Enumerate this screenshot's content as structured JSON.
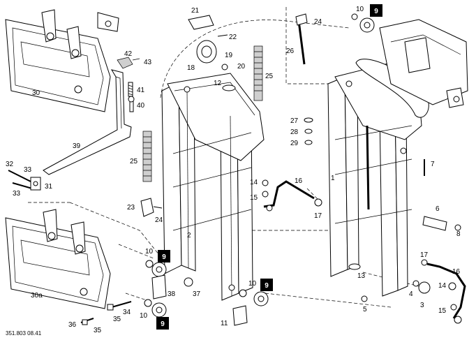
{
  "diagram": {
    "doc_number": "351.803 08.41",
    "callouts": [
      {
        "id": "1",
        "text": "1"
      },
      {
        "id": "2",
        "text": "2"
      },
      {
        "id": "3",
        "text": "3"
      },
      {
        "id": "4",
        "text": "4"
      },
      {
        "id": "5",
        "text": "5"
      },
      {
        "id": "6",
        "text": "6"
      },
      {
        "id": "7",
        "text": "7"
      },
      {
        "id": "8",
        "text": "8"
      },
      {
        "id": "10a",
        "text": "10"
      },
      {
        "id": "10b",
        "text": "10"
      },
      {
        "id": "10c",
        "text": "10"
      },
      {
        "id": "10d",
        "text": "10"
      },
      {
        "id": "11",
        "text": "11"
      },
      {
        "id": "12",
        "text": "12"
      },
      {
        "id": "13",
        "text": "13"
      },
      {
        "id": "14a",
        "text": "14"
      },
      {
        "id": "14b",
        "text": "14"
      },
      {
        "id": "15a",
        "text": "15"
      },
      {
        "id": "15b",
        "text": "15"
      },
      {
        "id": "16a",
        "text": "16"
      },
      {
        "id": "16b",
        "text": "16"
      },
      {
        "id": "17a",
        "text": "17"
      },
      {
        "id": "17b",
        "text": "17"
      },
      {
        "id": "18",
        "text": "18"
      },
      {
        "id": "19",
        "text": "19"
      },
      {
        "id": "20",
        "text": "20"
      },
      {
        "id": "21",
        "text": "21"
      },
      {
        "id": "22",
        "text": "22"
      },
      {
        "id": "23",
        "text": "23"
      },
      {
        "id": "24a",
        "text": "24"
      },
      {
        "id": "24b",
        "text": "24"
      },
      {
        "id": "25a",
        "text": "25"
      },
      {
        "id": "25b",
        "text": "25"
      },
      {
        "id": "26",
        "text": "26"
      },
      {
        "id": "27",
        "text": "27"
      },
      {
        "id": "28",
        "text": "28"
      },
      {
        "id": "29",
        "text": "29"
      },
      {
        "id": "30",
        "text": "30"
      },
      {
        "id": "30a",
        "text": "30a"
      },
      {
        "id": "31",
        "text": "31"
      },
      {
        "id": "32",
        "text": "32"
      },
      {
        "id": "33a",
        "text": "33"
      },
      {
        "id": "33b",
        "text": "33"
      },
      {
        "id": "34",
        "text": "34"
      },
      {
        "id": "35a",
        "text": "35"
      },
      {
        "id": "35b",
        "text": "35"
      },
      {
        "id": "36",
        "text": "36"
      },
      {
        "id": "37",
        "text": "37"
      },
      {
        "id": "38",
        "text": "38"
      },
      {
        "id": "39",
        "text": "39"
      },
      {
        "id": "40",
        "text": "40"
      },
      {
        "id": "41",
        "text": "41"
      },
      {
        "id": "42",
        "text": "42"
      },
      {
        "id": "43",
        "text": "43"
      }
    ],
    "boxed_callouts": [
      {
        "id": "9a",
        "text": "9"
      },
      {
        "id": "9b",
        "text": "9"
      },
      {
        "id": "9c",
        "text": "9"
      },
      {
        "id": "9d",
        "text": "9"
      }
    ]
  }
}
